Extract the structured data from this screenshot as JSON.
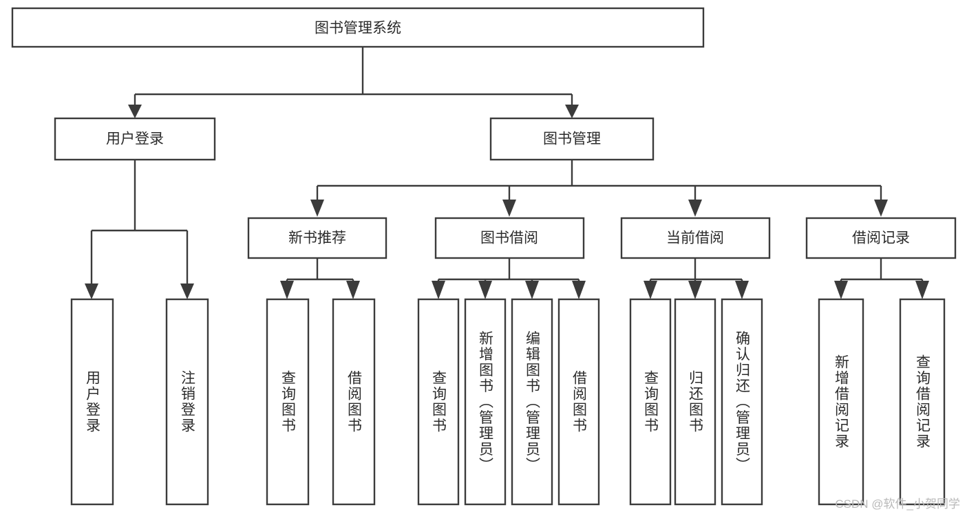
{
  "diagram": {
    "title": "图书管理系统",
    "type": "tree-hierarchy-chart",
    "orientation": "top-down",
    "watermark": "CSDN @软件_小贺同学",
    "colors": {
      "box_fill": "#ffffff",
      "box_stroke": "#3b3b3b",
      "connector": "#3b3b3b",
      "text": "#2b2b2b",
      "background": "#ffffff",
      "watermark": "#b9b9b9"
    },
    "root": {
      "label": "图书管理系统",
      "orientation": "horizontal"
    },
    "level2": [
      {
        "label": "用户登录",
        "orientation": "horizontal"
      },
      {
        "label": "图书管理",
        "orientation": "horizontal"
      }
    ],
    "level3": [
      {
        "label": "新书推荐",
        "orientation": "horizontal",
        "parent": "图书管理"
      },
      {
        "label": "图书借阅",
        "orientation": "horizontal",
        "parent": "图书管理"
      },
      {
        "label": "当前借阅",
        "orientation": "horizontal",
        "parent": "图书管理"
      },
      {
        "label": "借阅记录",
        "orientation": "horizontal",
        "parent": "图书管理"
      }
    ],
    "leaves": [
      {
        "label": "用户登录",
        "orientation": "vertical",
        "parent": "用户登录"
      },
      {
        "label": "注销登录",
        "orientation": "vertical",
        "parent": "用户登录"
      },
      {
        "label": "查询图书",
        "orientation": "vertical",
        "parent": "新书推荐"
      },
      {
        "label": "借阅图书",
        "orientation": "vertical",
        "parent": "新书推荐"
      },
      {
        "label": "查询图书",
        "orientation": "vertical",
        "parent": "图书借阅"
      },
      {
        "label": "新增图书（管理员）",
        "orientation": "vertical",
        "parent": "图书借阅"
      },
      {
        "label": "编辑图书（管理员）",
        "orientation": "vertical",
        "parent": "图书借阅"
      },
      {
        "label": "借阅图书",
        "orientation": "vertical",
        "parent": "图书借阅"
      },
      {
        "label": "查询图书",
        "orientation": "vertical",
        "parent": "当前借阅"
      },
      {
        "label": "归还图书",
        "orientation": "vertical",
        "parent": "当前借阅"
      },
      {
        "label": "确认归还（管理员）",
        "orientation": "vertical",
        "parent": "当前借阅"
      },
      {
        "label": "新增借阅记录",
        "orientation": "vertical",
        "parent": "借阅记录"
      },
      {
        "label": "查询借阅记录",
        "orientation": "vertical",
        "parent": "借阅记录"
      }
    ]
  }
}
